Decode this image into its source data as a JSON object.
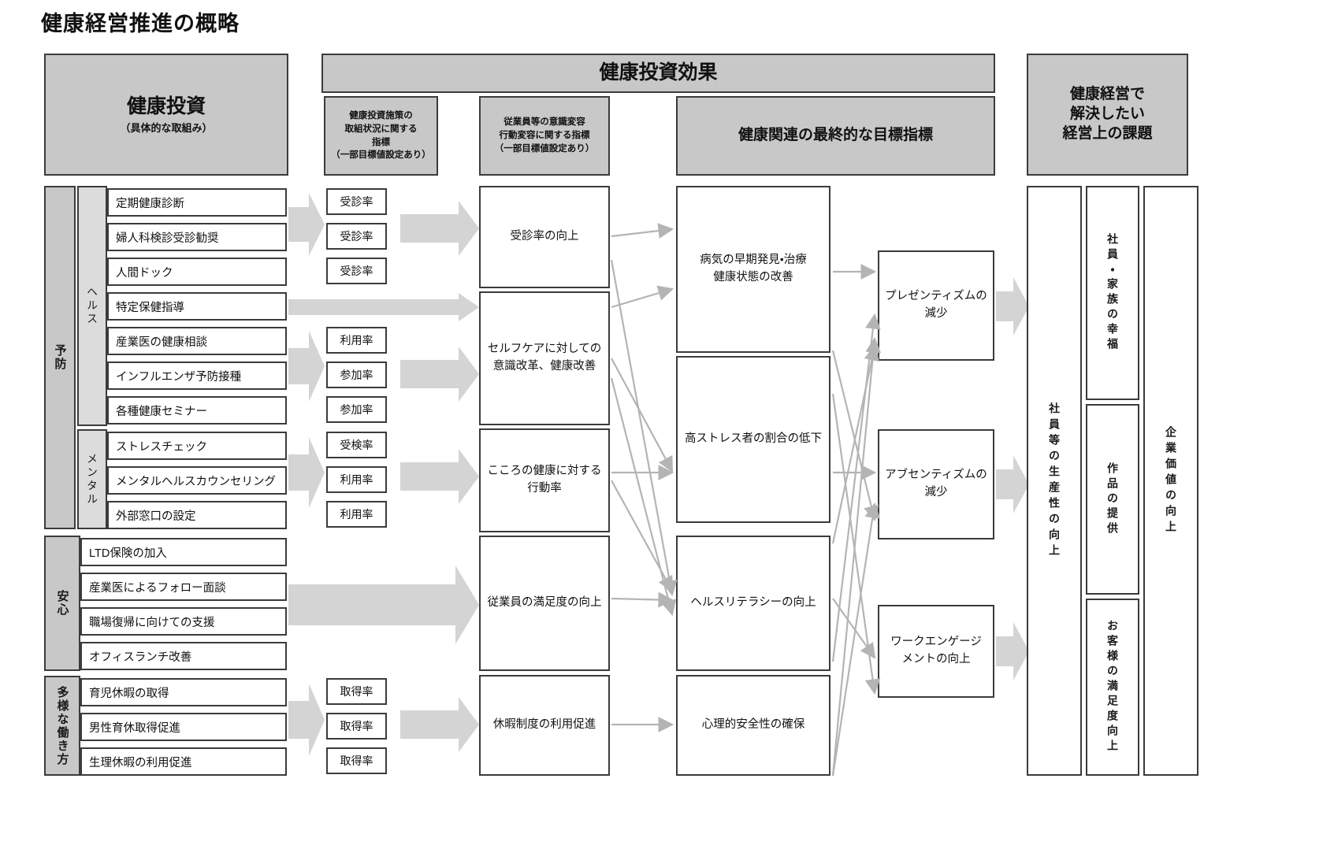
{
  "title": "健康経営推進の概略",
  "headers": {
    "investment": {
      "main": "健康投資",
      "sub": "（具体的な取組み）"
    },
    "effect": "健康投資効果",
    "kpi_col": "健康投資施策の\n取組状況に関する\n指標\n（一部目標値設定あり）",
    "kpi_col_lines": [
      "健康投資施策の",
      "取組状況に関する",
      "指標",
      "（一部目標値設定あり）"
    ],
    "behavior_col_lines": [
      "従業員等の意識変容",
      "行動変容に関する指標",
      "（一部目標値設定あり）"
    ],
    "final_goal": "健康関連の最終的な目標指標",
    "issues_lines": [
      "健康経営で",
      "解決したい",
      "経営上の課題"
    ]
  },
  "categories": [
    {
      "name": "予防",
      "subcategories": [
        {
          "name": "ヘルス",
          "items": [
            "定期健康診断",
            "婦人科検診受診勧奨",
            "人間ドック",
            "特定保健指導",
            "産業医の健康相談",
            "インフルエンザ予防接種",
            "各種健康セミナー"
          ]
        },
        {
          "name": "メンタル",
          "items": [
            "ストレスチェック",
            "メンタルヘルスカウンセリング",
            "外部窓口の設定"
          ]
        }
      ]
    },
    {
      "name": "安心",
      "subcategories": [
        {
          "name": "",
          "items": [
            "LTD保険の加入",
            "産業医によるフォロー面談",
            "職場復帰に向けての支援",
            "オフィスランチ改善"
          ]
        }
      ]
    },
    {
      "name": "多様な働き方",
      "subcategories": [
        {
          "name": "",
          "items": [
            "育児休暇の取得",
            "男性育休取得促進",
            "生理休暇の利用促進"
          ]
        }
      ]
    }
  ],
  "kpis": [
    "受診率",
    "受診率",
    "受診率",
    "利用率",
    "参加率",
    "参加率",
    "受検率",
    "利用率",
    "利用率",
    "取得率",
    "取得率",
    "取得率"
  ],
  "behaviors": [
    {
      "lines": [
        "受診率の向上"
      ]
    },
    {
      "lines": [
        "セルフケアに対しての",
        "意識改革、健康改善"
      ]
    },
    {
      "lines": [
        "こころの健康に対する",
        "行動率"
      ]
    },
    {
      "lines": [
        "従業員の満足度の向上"
      ]
    },
    {
      "lines": [
        "休暇制度の利用促進"
      ]
    }
  ],
  "outcomes": [
    {
      "lines": [
        "病気の早期発見・治療",
        "健康状態の改善"
      ]
    },
    {
      "lines": [
        "高ストレス者の割合の低下"
      ]
    },
    {
      "lines": [
        "ヘルスリテラシーの向上"
      ]
    },
    {
      "lines": [
        "心理的安全性の確保"
      ]
    }
  ],
  "impacts": [
    {
      "lines": [
        "プレゼンティズムの",
        "減少"
      ]
    },
    {
      "lines": [
        "アブセンティズムの",
        "減少"
      ]
    },
    {
      "lines": [
        "ワークエンゲージ",
        "メントの向上"
      ]
    }
  ],
  "issues": {
    "productivity": "社員等の生産性の向上",
    "stack": [
      "社員・家族の幸福",
      "作品の提供",
      "お客様の満足度向上"
    ],
    "corporate": "企業価値の向上"
  },
  "colors": {
    "header_fill": "#c8c8c8",
    "subcat_fill": "#dcdcdc",
    "border": "#3b3b3b",
    "fat_arrow": "#d4d4d4",
    "thin_arrow": "#b4b4b4",
    "box_fill": "#ffffff"
  }
}
